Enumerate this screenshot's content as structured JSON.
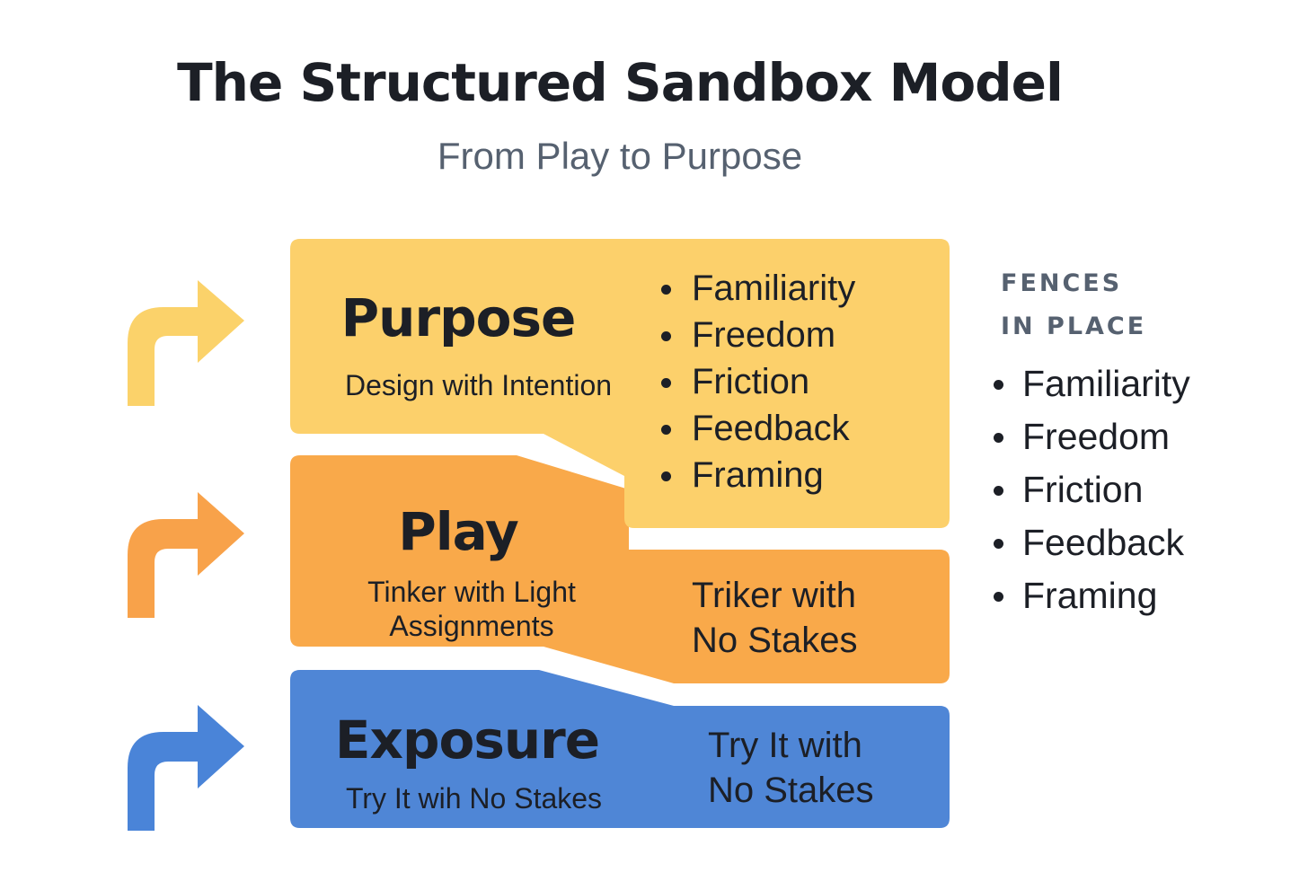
{
  "header": {
    "title": "The Structured Sandbox Model",
    "subtitle": "From Play to Purpose"
  },
  "colors": {
    "purpose": "#fcd06b",
    "play": "#f9a94a",
    "exposure": "#4f86d6",
    "arrow_purpose": "#fbd26a",
    "arrow_play": "#f8a24a",
    "arrow_exposure": "#4a84d8",
    "text": "#1c1f26",
    "muted": "#566170"
  },
  "layers": {
    "purpose": {
      "title": "Purpose",
      "subtitle": "Design with Intention",
      "bullets": [
        "Familiarity",
        "Freedom",
        "Friction",
        "Feedback",
        "Framing"
      ]
    },
    "play": {
      "title": "Play",
      "subtitle_line1": "Tinker with Light",
      "subtitle_line2": "Assignments",
      "note_line1": "Triker with",
      "note_line2": "No Stakes"
    },
    "exposure": {
      "title": "Exposure",
      "subtitle": "Try It wih No Stakes",
      "note_line1": "Try It with",
      "note_line2": "No Stakes"
    }
  },
  "fences": {
    "heading_line1": "FENCES",
    "heading_line2": "IN PLACE",
    "items": [
      "Familiarity",
      "Freedom",
      "Friction",
      "Feedback",
      "Framing"
    ]
  }
}
